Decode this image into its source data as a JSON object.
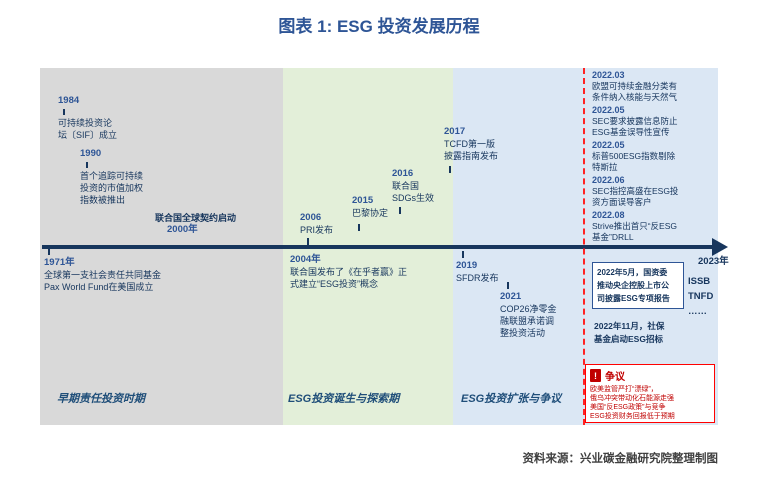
{
  "title": "图表 1: ESG 投资发展历程",
  "colors": {
    "accent_blue": "#2e5596",
    "navy": "#17365d",
    "era_gray": "#d9d9d9",
    "era_green": "#e3efd9",
    "era_blue": "#dbe7f4",
    "alert_red": "#c00000",
    "divider_red": "#ff2222"
  },
  "sections": [
    {
      "label": "早期责任投资时期"
    },
    {
      "label": "ESG投资诞生与探索期"
    },
    {
      "label": "ESG投资扩张与争议"
    }
  ],
  "timeline": {
    "events": [
      {
        "year": "1971年",
        "desc": [
          "全球第一支社会责任共同基金",
          "Pax World Fund在美国成立"
        ]
      },
      {
        "year": "1984",
        "desc": [
          "可持续投资论",
          "坛〔SIF〕成立"
        ]
      },
      {
        "year": "1990",
        "desc": [
          "首个追踪可持续",
          "投资的市值加权",
          "指数被推出"
        ]
      },
      {
        "year": "2000年",
        "desc": [
          "联合国全球契约启动"
        ]
      },
      {
        "year": "2004年",
        "desc": [
          "联合国发布了《在乎者赢》正",
          "式建立“ESG投资”概念"
        ]
      },
      {
        "year": "2006",
        "desc": [
          "PRI发布"
        ]
      },
      {
        "year": "2015",
        "desc": [
          "巴黎协定"
        ]
      },
      {
        "year": "2016",
        "desc": [
          "联合国",
          "SDGs生效"
        ]
      },
      {
        "year": "2017",
        "desc": [
          "TCFD第一版",
          "披露指南发布"
        ]
      },
      {
        "year": "2019",
        "desc": [
          "SFDR发布"
        ]
      },
      {
        "year": "2021",
        "desc": [
          "COP26净零金",
          "融联盟承诺调",
          "整投资活动"
        ]
      },
      {
        "year": "2023年",
        "desc": []
      }
    ]
  },
  "right_panel": {
    "events": [
      {
        "year": "2022.03",
        "desc": [
          "欧盟可持续金融分类有",
          "条件纳入核能与天然气"
        ]
      },
      {
        "year": "2022.05",
        "desc": [
          "SEC要求披露信息防止",
          "ESG基金误导性宣传"
        ]
      },
      {
        "year": "2022.05",
        "desc": [
          "标普500ESG指数剔除",
          "特斯拉"
        ]
      },
      {
        "year": "2022.06",
        "desc": [
          "SEC指控高盛在ESG投",
          "资方面误导客户"
        ]
      },
      {
        "year": "2022.08",
        "desc": [
          "Strive推出首只“反ESG",
          "基金”DRLL"
        ]
      }
    ],
    "box_note": {
      "lines": [
        "2022年5月，国资委",
        "推动央企控股上市公",
        "司披露ESG专项报告"
      ]
    },
    "note2": {
      "lines": [
        "2022年11月，社保",
        "基金启动ESG招标"
      ]
    },
    "standards": [
      "ISSB",
      "TNFD",
      "……"
    ]
  },
  "controversy": {
    "title": "争议",
    "icon": "alert-icon",
    "icon_glyph": "!",
    "lines": [
      "欧美监管严打“漂绿”，",
      "俄乌冲突带动化石能源走强",
      "美国“反ESG政策”与竞争",
      "ESG投资财务回报低于预期"
    ]
  },
  "footer": "资料来源：兴业碳金融研究院整理制图"
}
